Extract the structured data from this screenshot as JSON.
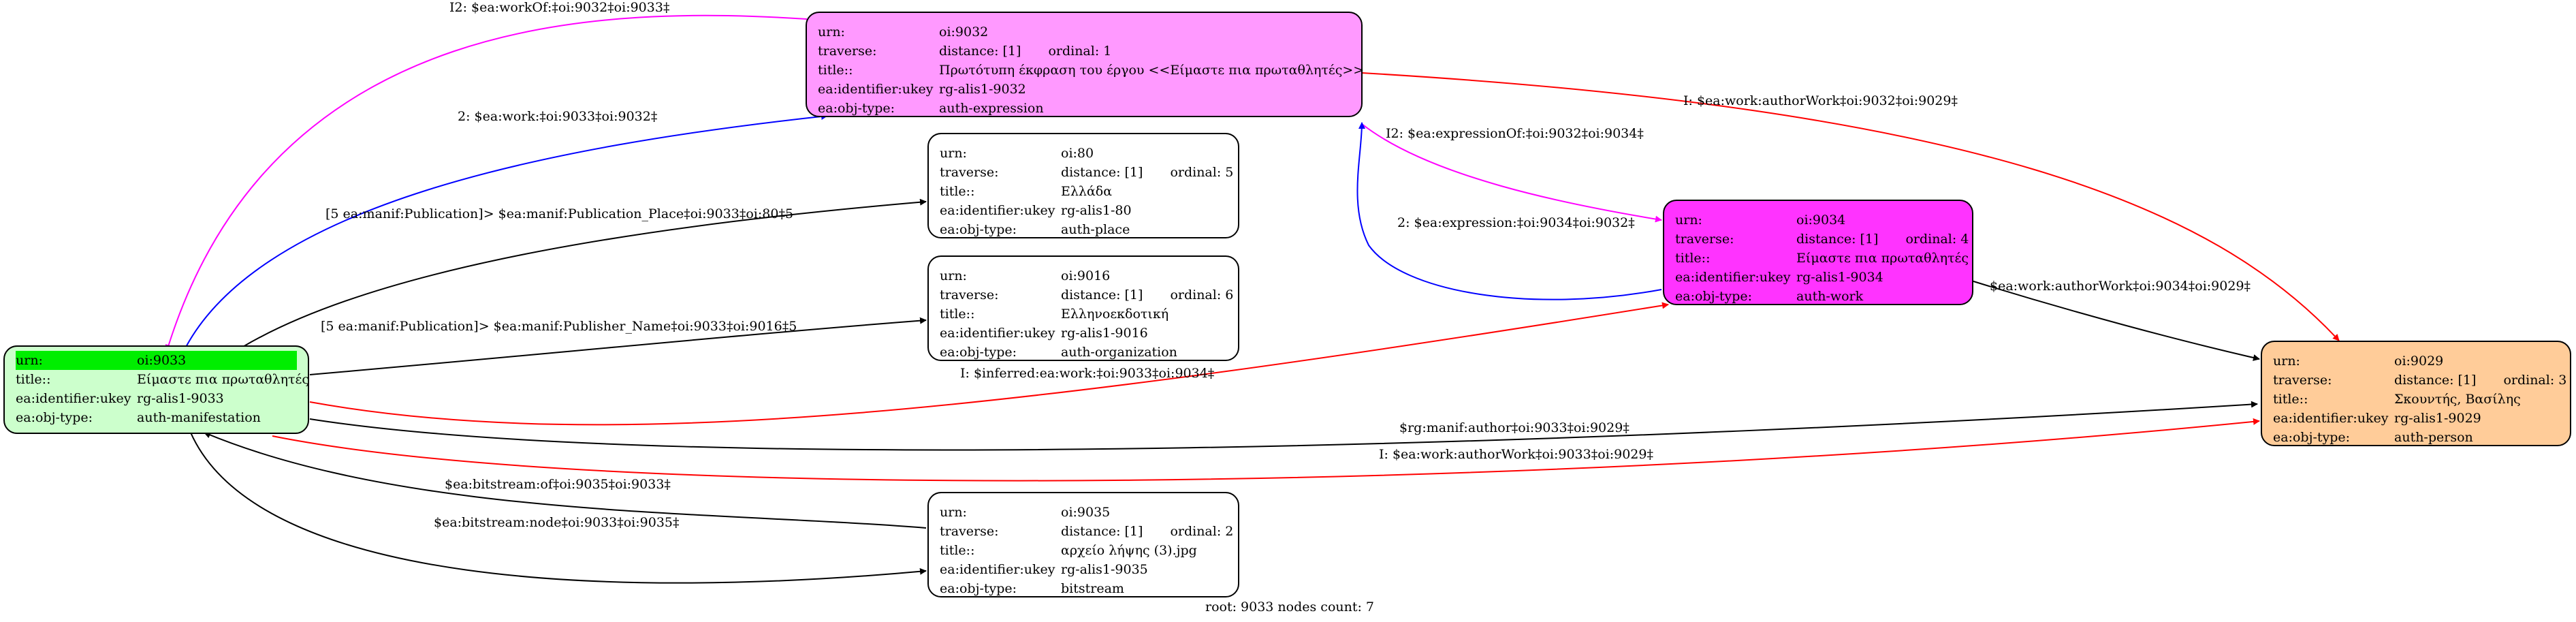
{
  "nodes": {
    "n9033": {
      "bg": "#ccffcc",
      "rows": [
        {
          "k": "urn:",
          "v": "oi:9033",
          "hl": true
        },
        {
          "k": "title::",
          "v": "Είμαστε πια πρωταθλητές"
        },
        {
          "k": "ea:identifier:ukey",
          "v": "rg-alis1-9033"
        },
        {
          "k": "ea:obj-type:",
          "v": "auth-manifestation"
        }
      ]
    },
    "n9032": {
      "bg": "#ff99ff",
      "rows": [
        {
          "k": "urn:",
          "v": "oi:9032"
        },
        {
          "k": "traverse:",
          "v": "distance: [1]",
          "v2": "ordinal: 1"
        },
        {
          "k": "title::",
          "v": "Πρωτότυπη έκφραση του έργου <<Είμαστε πια πρωταθλητές>>"
        },
        {
          "k": "ea:identifier:ukey",
          "v": "rg-alis1-9032"
        },
        {
          "k": "ea:obj-type:",
          "v": "auth-expression"
        }
      ]
    },
    "n80": {
      "bg": "#ffffff",
      "rows": [
        {
          "k": "urn:",
          "v": "oi:80"
        },
        {
          "k": "traverse:",
          "v": "distance: [1]",
          "v2": "ordinal: 5"
        },
        {
          "k": "title::",
          "v": "Ελλάδα"
        },
        {
          "k": "ea:identifier:ukey",
          "v": "rg-alis1-80"
        },
        {
          "k": "ea:obj-type:",
          "v": "auth-place"
        }
      ]
    },
    "n9016": {
      "bg": "#ffffff",
      "rows": [
        {
          "k": "urn:",
          "v": "oi:9016"
        },
        {
          "k": "traverse:",
          "v": "distance: [1]",
          "v2": "ordinal: 6"
        },
        {
          "k": "title::",
          "v": "Ελληνοεκδοτική"
        },
        {
          "k": "ea:identifier:ukey",
          "v": "rg-alis1-9016"
        },
        {
          "k": "ea:obj-type:",
          "v": "auth-organization"
        }
      ]
    },
    "n9034": {
      "bg": "#ff33ff",
      "rows": [
        {
          "k": "urn:",
          "v": "oi:9034"
        },
        {
          "k": "traverse:",
          "v": "distance: [1]",
          "v2": "ordinal: 4"
        },
        {
          "k": "title::",
          "v": "Είμαστε πια πρωταθλητές"
        },
        {
          "k": "ea:identifier:ukey",
          "v": "rg-alis1-9034"
        },
        {
          "k": "ea:obj-type:",
          "v": "auth-work"
        }
      ]
    },
    "n9029": {
      "bg": "#ffcc99",
      "rows": [
        {
          "k": "urn:",
          "v": "oi:9029"
        },
        {
          "k": "traverse:",
          "v": "distance: [1]",
          "v2": "ordinal: 3"
        },
        {
          "k": "title::",
          "v": "Σκουντής, Βασίλης"
        },
        {
          "k": "ea:identifier:ukey",
          "v": "rg-alis1-9029"
        },
        {
          "k": "ea:obj-type:",
          "v": "auth-person"
        }
      ]
    },
    "n9035": {
      "bg": "#ffffff",
      "rows": [
        {
          "k": "urn:",
          "v": "oi:9035"
        },
        {
          "k": "traverse:",
          "v": "distance: [1]",
          "v2": "ordinal: 2"
        },
        {
          "k": "title::",
          "v": "αρχείο λήψης (3).jpg"
        },
        {
          "k": "ea:identifier:ukey",
          "v": "rg-alis1-9035"
        },
        {
          "k": "ea:obj-type:",
          "v": "bitstream"
        }
      ]
    }
  },
  "edges": [
    {
      "id": "workof",
      "label": "I2: $ea:workOf:‡oi:9032‡oi:9033‡",
      "color": "#ff00ff"
    },
    {
      "id": "work",
      "label": "2: $ea:work:‡oi:9033‡oi:9032‡",
      "color": "#0000ff"
    },
    {
      "id": "place",
      "label": "[5 ea:manif:Publication]> $ea:manif:Publication_Place‡oi:9033‡oi:80‡5",
      "color": "#000000"
    },
    {
      "id": "publisher",
      "label": "[5 ea:manif:Publication]> $ea:manif:Publisher_Name‡oi:9033‡oi:9016‡5",
      "color": "#000000"
    },
    {
      "id": "inferred",
      "label": "I: $inferred:ea:work:‡oi:9033‡oi:9034‡",
      "color": "#ff0000"
    },
    {
      "id": "rgauthor",
      "label": "$rg:manif:author‡oi:9033‡oi:9029‡",
      "color": "#000000"
    },
    {
      "id": "authorwork9033",
      "label": "I: $ea:work:authorWork‡oi:9033‡oi:9029‡",
      "color": "#ff0000"
    },
    {
      "id": "bitstreamof",
      "label": "$ea:bitstream:of‡oi:9035‡oi:9033‡",
      "color": "#000000"
    },
    {
      "id": "bitstreamnode",
      "label": "$ea:bitstream:node‡oi:9033‡oi:9035‡",
      "color": "#000000"
    },
    {
      "id": "authorwork9032",
      "label": "I: $ea:work:authorWork‡oi:9032‡oi:9029‡",
      "color": "#ff0000"
    },
    {
      "id": "expressionof",
      "label": "I2: $ea:expressionOf:‡oi:9032‡oi:9034‡",
      "color": "#ff00ff"
    },
    {
      "id": "expression",
      "label": "2: $ea:expression:‡oi:9034‡oi:9032‡",
      "color": "#0000ff"
    },
    {
      "id": "authorwork9034",
      "label": "$ea:work:authorWork‡oi:9034‡oi:9029‡",
      "color": "#000000"
    }
  ],
  "footer": "root: 9033 nodes count: 7"
}
